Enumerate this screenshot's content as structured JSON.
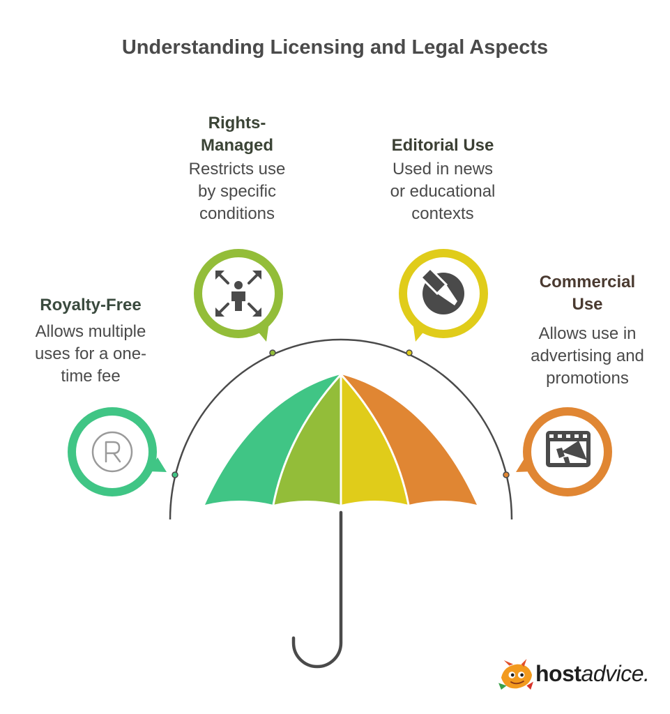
{
  "title": "Understanding Licensing and Legal Aspects",
  "sections": [
    {
      "heading_lines": [
        "Royalty-Free"
      ],
      "desc_lines": [
        "Allows multiple",
        "uses for a one-",
        "time fee"
      ],
      "color": "#40c585",
      "icon": "registered-icon"
    },
    {
      "heading_lines": [
        "Rights-",
        "Managed"
      ],
      "desc_lines": [
        "Restricts use",
        "by specific",
        "conditions"
      ],
      "color": "#93bd39",
      "icon": "person-arrows-icon"
    },
    {
      "heading_lines": [
        "Editorial Use"
      ],
      "desc_lines": [
        "Used in news",
        "or educational",
        "contexts"
      ],
      "color": "#e0cc1a",
      "icon": "pen-nib-icon"
    },
    {
      "heading_lines": [
        "Commercial",
        "Use"
      ],
      "desc_lines": [
        "Allows use in",
        "advertising and",
        "promotions"
      ],
      "color": "#e08633",
      "icon": "video-megaphone-icon"
    }
  ],
  "heading_colors": [
    "#3a4a3e",
    "#3b4436",
    "#3b3f33",
    "#4a3a30"
  ],
  "brand": {
    "bold": "host",
    "regular": "advice",
    "dot": "."
  }
}
